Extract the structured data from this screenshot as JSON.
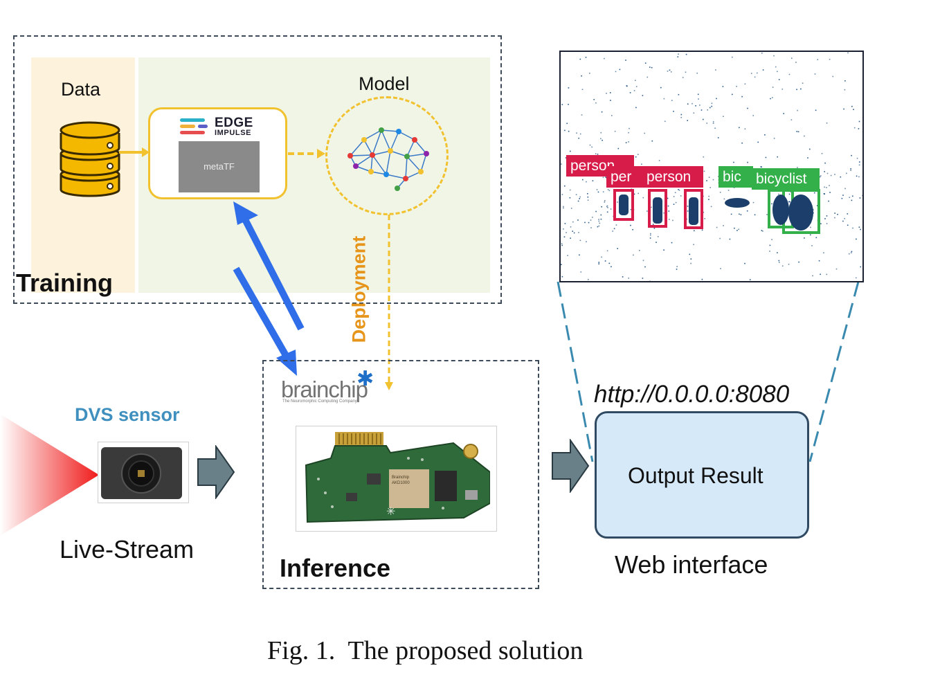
{
  "training": {
    "title": "Training",
    "data_label": "Data",
    "model_label": "Model",
    "edge_impulse": {
      "line1": "EDGE",
      "line2": "IMPULSE"
    },
    "metatf_label": "metaTF"
  },
  "deployment_label": "Deployment",
  "inference": {
    "title": "Inference",
    "brainchip_logo": "brainchip",
    "brainchip_tagline": "The Neuromorphic Computing Company",
    "board_chip_text": "Brainchip AKD1000"
  },
  "sensor": {
    "title": "DVS sensor",
    "caption": "Live-Stream"
  },
  "output": {
    "url": "http://0.0.0.0:8080",
    "box_label": "Output Result",
    "caption": "Web interface"
  },
  "detections": {
    "labels": [
      "person",
      "per",
      "person",
      "bic",
      "bicyclist"
    ]
  },
  "figure_caption": "Fig. 1.  The proposed solution",
  "colors": {
    "training_border": "#3c4a5a",
    "yellow": "#f2c12e",
    "blue_arrow": "#2f6ee8",
    "deploy_text": "#e6941a",
    "sensor_title": "#3f8fbf",
    "gray_arrow": "#6a8088",
    "output_fill": "#d6e9f8",
    "person_red": "#d81c4a",
    "bicyclist_green": "#34b04a"
  }
}
